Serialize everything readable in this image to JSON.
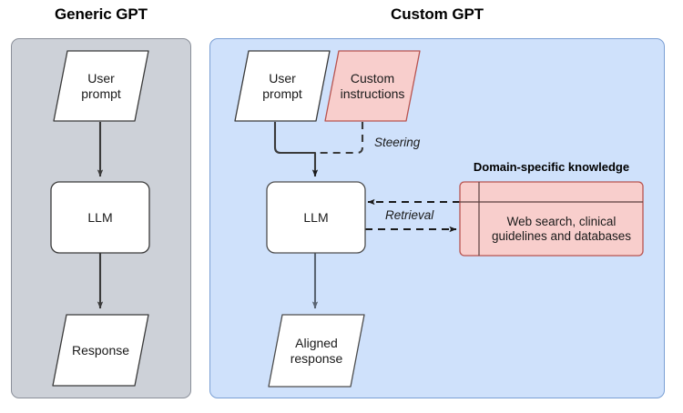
{
  "figure": {
    "panels": [
      {
        "id": "generic",
        "title": "Generic GPT",
        "fill": "#cdd1d8",
        "stroke": "#8a8f99",
        "nodes": [
          {
            "id": "generic-user-prompt",
            "shape": "parallelogram",
            "label": "User\nprompt",
            "fill": "#ffffff",
            "stroke": "#3a3a3a"
          },
          {
            "id": "generic-llm",
            "shape": "rounded-rect",
            "label": "LLM",
            "fill": "#ffffff",
            "stroke": "#3a3a3a"
          },
          {
            "id": "generic-response",
            "shape": "parallelogram",
            "label": "Response",
            "fill": "#ffffff",
            "stroke": "#3a3a3a"
          }
        ],
        "edges": [
          {
            "id": "generic-prompt-to-llm",
            "from": "generic-user-prompt",
            "to": "generic-llm",
            "style": "solid",
            "label": ""
          },
          {
            "id": "generic-llm-to-response",
            "from": "generic-llm",
            "to": "generic-response",
            "style": "solid",
            "label": ""
          }
        ]
      },
      {
        "id": "custom",
        "title": "Custom GPT",
        "fill": "#cfe1fb",
        "stroke": "#7a9fd4",
        "nodes": [
          {
            "id": "custom-user-prompt",
            "shape": "parallelogram",
            "label": "User\nprompt",
            "fill": "#ffffff",
            "stroke": "#3a3a3a"
          },
          {
            "id": "custom-instructions",
            "shape": "parallelogram",
            "label": "Custom\ninstructions",
            "fill": "#f8cecc",
            "stroke": "#b85450"
          },
          {
            "id": "custom-llm",
            "shape": "rounded-rect",
            "label": "LLM",
            "fill": "#ffffff",
            "stroke": "#4d4d4d"
          },
          {
            "id": "custom-aligned-response",
            "shape": "parallelogram",
            "label": "Aligned\nresponse",
            "fill": "#ffffff",
            "stroke": "#4d4d4d"
          },
          {
            "id": "custom-knowledge",
            "shape": "table",
            "title": "Domain-specific knowledge",
            "label": "Web search, clinical\nguidelines and databases",
            "fill": "#f8cecc",
            "stroke": "#b85450"
          }
        ],
        "edges": [
          {
            "id": "prompt-to-llm",
            "from": "custom-user-prompt",
            "to": "custom-llm",
            "style": "solid",
            "label": ""
          },
          {
            "id": "instructions-to-llm",
            "from": "custom-instructions",
            "to": "custom-llm",
            "style": "dashed",
            "label": "Steering"
          },
          {
            "id": "knowledge-to-llm",
            "from": "custom-knowledge",
            "to": "custom-llm",
            "style": "dashed",
            "label": "Retrieval"
          },
          {
            "id": "llm-to-knowledge",
            "from": "custom-llm",
            "to": "custom-knowledge",
            "style": "dashed",
            "label": ""
          },
          {
            "id": "llm-to-response",
            "from": "custom-llm",
            "to": "custom-aligned-response",
            "style": "solid",
            "label": ""
          }
        ]
      }
    ]
  },
  "labels": {
    "generic_title": "Generic GPT",
    "custom_title": "Custom GPT",
    "user_prompt": "User\nprompt",
    "llm": "LLM",
    "response": "Response",
    "custom_instructions": "Custom\ninstructions",
    "aligned_response": "Aligned\nresponse",
    "knowledge_title": "Domain-specific knowledge",
    "knowledge_body": "Web search, clinical\nguidelines and databases",
    "steering": "Steering",
    "retrieval": "Retrieval"
  },
  "colors": {
    "panel_gray_fill": "#cdd1d8",
    "panel_gray_stroke": "#8a8f99",
    "panel_blue_fill": "#cfe1fb",
    "panel_blue_stroke": "#7a9fd4",
    "node_white_fill": "#ffffff",
    "node_pink_fill": "#f8cecc",
    "node_pink_stroke": "#b85450",
    "edge_dark": "#3a3a3a",
    "edge_slate": "#5a6472",
    "text": "#1a1a1a"
  }
}
